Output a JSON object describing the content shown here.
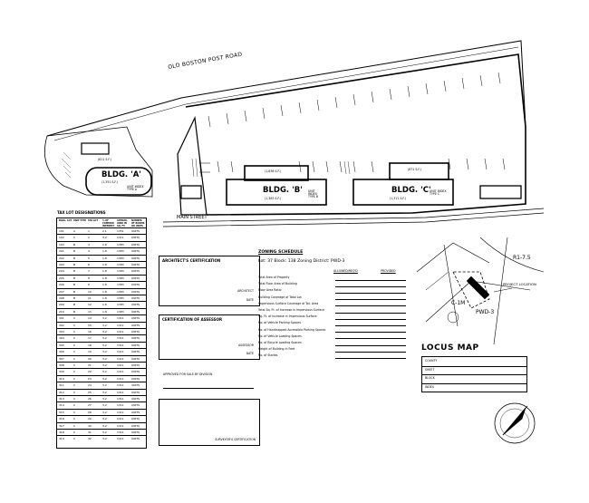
{
  "site_plan": {
    "road_label": "OLD BOSTON POST ROAD",
    "street_label": "MAIN STREET",
    "bldg_a": {
      "label": "BLDG. 'A'",
      "area": "(1,351 S.F.)",
      "upper_area": "(611 S.F.)",
      "unit": "UNIT INDEX TYPE A"
    },
    "bldg_b": {
      "label": "BLDG. 'B'",
      "area": "(1,383 S.F.)",
      "upper_area": "(1,838 S.F.)",
      "unit": "UNIT INDEX TYPE B"
    },
    "bldg_c": {
      "label": "BLDG. 'C'",
      "area": "(1,311 S.F.)",
      "upper_area": "(871 S.F.)",
      "unit": "UNIT INDEX TYPE C"
    }
  },
  "tax_table": {
    "title": "TAX LOT DESIGNATIONS",
    "headers": [
      "BLDG. LOT",
      "UNIT TYPE",
      "TAX LOT",
      "% OF COMMON INTEREST",
      "APPROX. AREA IN SQ. FT.",
      "NUMBER OF ROOMS OR UNITS"
    ],
    "rows": [
      [
        "101",
        "A",
        "1",
        "2.1",
        "1351",
        "UNITS"
      ],
      [
        "102",
        "C",
        "2",
        "3.2",
        "1311",
        "UNITS"
      ],
      [
        "103",
        "B",
        "3",
        "1.8",
        "1383",
        "UNITS"
      ],
      [
        "201",
        "B",
        "4",
        "1.8",
        "1383",
        "UNITS"
      ],
      [
        "202",
        "B",
        "5",
        "1.8",
        "1383",
        "UNITS"
      ],
      [
        "203",
        "B",
        "6",
        "1.8",
        "1383",
        "UNITS"
      ],
      [
        "204",
        "B",
        "7",
        "1.8",
        "1383",
        "UNITS"
      ],
      [
        "205",
        "B",
        "8",
        "1.8",
        "1383",
        "UNITS"
      ],
      [
        "206",
        "B",
        "9",
        "1.8",
        "1383",
        "UNITS"
      ],
      [
        "207",
        "B",
        "10",
        "1.8",
        "1383",
        "UNITS"
      ],
      [
        "208",
        "B",
        "11",
        "1.8",
        "1383",
        "UNITS"
      ],
      [
        "209",
        "B",
        "12",
        "1.8",
        "1383",
        "UNITS"
      ],
      [
        "210",
        "B",
        "13",
        "1.8",
        "1383",
        "UNITS"
      ],
      [
        "301",
        "C",
        "14",
        "3.2",
        "1311",
        "UNITS"
      ],
      [
        "302",
        "C",
        "15",
        "3.2",
        "1311",
        "UNITS"
      ],
      [
        "303",
        "C",
        "16",
        "3.2",
        "1311",
        "UNITS"
      ],
      [
        "304",
        "C",
        "17",
        "3.2",
        "1311",
        "UNITS"
      ],
      [
        "305",
        "C",
        "18",
        "3.2",
        "1311",
        "UNITS"
      ],
      [
        "306",
        "C",
        "19",
        "3.2",
        "1311",
        "UNITS"
      ],
      [
        "307",
        "C",
        "20",
        "3.2",
        "1311",
        "UNITS"
      ],
      [
        "308",
        "C",
        "21",
        "3.2",
        "1311",
        "UNITS"
      ],
      [
        "309",
        "C",
        "22",
        "3.2",
        "1311",
        "UNITS"
      ],
      [
        "310",
        "C",
        "23",
        "3.2",
        "1311",
        "UNITS"
      ],
      [
        "311",
        "C",
        "24",
        "3.2",
        "1311",
        "UNITS"
      ],
      [
        "312",
        "C",
        "25",
        "3.2",
        "1311",
        "UNITS"
      ],
      [
        "313",
        "C",
        "26",
        "3.2",
        "1311",
        "UNITS"
      ],
      [
        "314",
        "C",
        "27",
        "3.2",
        "1311",
        "UNITS"
      ],
      [
        "315",
        "C",
        "28",
        "3.2",
        "1311",
        "UNITS"
      ],
      [
        "316",
        "C",
        "29",
        "3.2",
        "1311",
        "UNITS"
      ],
      [
        "317",
        "C",
        "30",
        "3.2",
        "1311",
        "UNITS"
      ],
      [
        "318",
        "C",
        "31",
        "3.2",
        "1311",
        "UNITS"
      ],
      [
        "319",
        "C",
        "32",
        "3.2",
        "1311",
        "UNITS"
      ]
    ]
  },
  "architects_cert": {
    "title": "ARCHITECT'S CERTIFICATION",
    "sign_label": "ARCHITECT",
    "date_label": "DATE"
  },
  "assessor_cert": {
    "title": "CERTIFICATION OF ASSESSOR",
    "sign_label": "ASSESSOR",
    "date_label": "DATE"
  },
  "approval": {
    "label": "APPROVED FOR SALE BY DIVISION"
  },
  "surveyor": {
    "label": "SURVEYOR'S CERTIFICATION"
  },
  "zoning": {
    "title": "ZONING SCHEDULE",
    "subtitle": "Lot: 37  Block: 138  Zoning District: PWD-3",
    "col_allowed": "ALLOWED/REQ'D",
    "col_provided": "PROVIDED",
    "rows": [
      "Total Area of Property",
      "Total Floor Area of Building",
      "Floor Area Ratio",
      "Building Coverage of Total Lot",
      "Impervious Surface Coverage of Tot. Area",
      "Total Sq. Ft. of Increase in Impervious Surface",
      "Sq. Ft. of Increase in Impervious Surface",
      "No. of Vehicle Parking Spaces",
      "No. of Handicapped Accessible Parking Spaces",
      "No. of Vehicle Loading Spaces",
      "No. of Bicycle Loading Spaces",
      "Height of Building in Feet",
      "No. of Stories"
    ]
  },
  "locus": {
    "title": "LOCUS MAP",
    "project_label": "PROJECT LOCATION",
    "zone_r": "R1-7.5",
    "zone_c": "C-1M",
    "zone_pwd": "PWD-3",
    "fields": [
      "COUNTY",
      "SHEET",
      "BLOCK",
      "INDEX"
    ]
  }
}
